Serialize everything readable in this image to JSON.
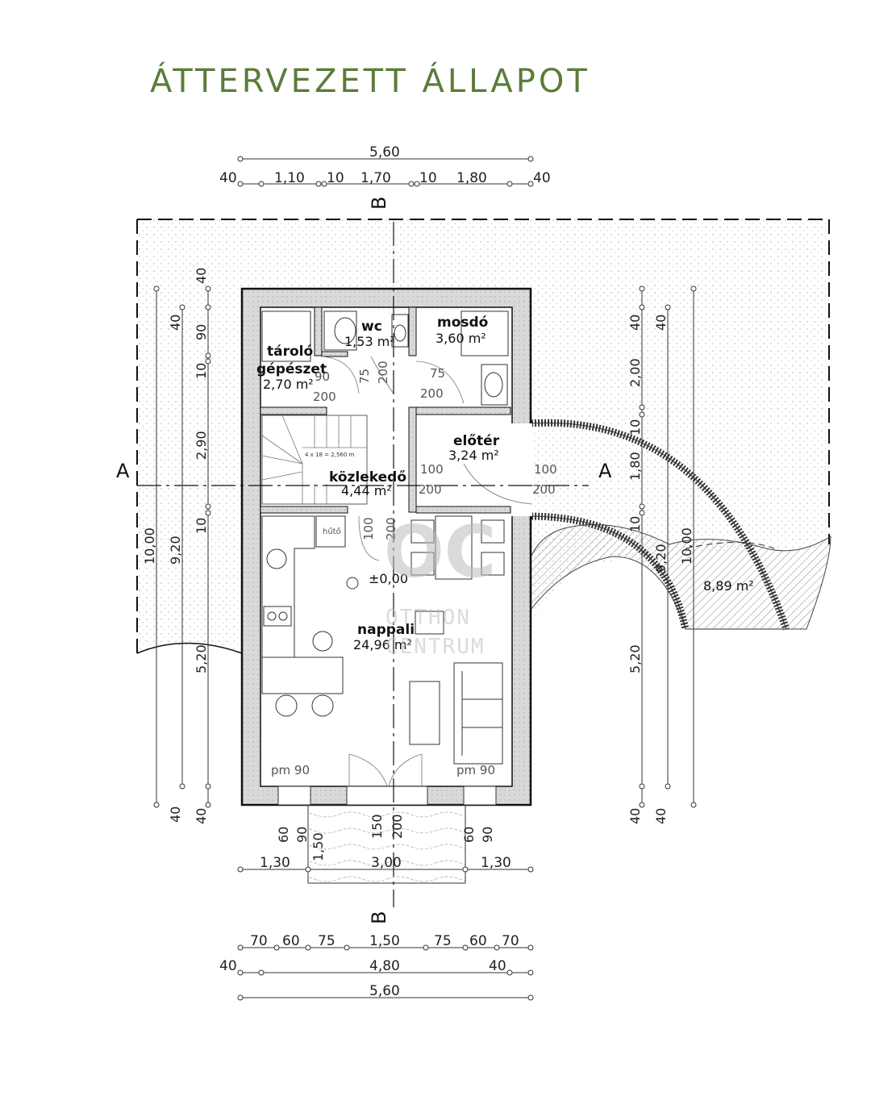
{
  "title": "ÁTTERVEZETT ÁLLAPOT",
  "section_marks": {
    "a_left": "A",
    "a_right": "A",
    "b_top": "B",
    "b_bottom": "B"
  },
  "dims_top": {
    "total": "5,60",
    "parts": [
      "40",
      "1,10",
      "10",
      "1,70",
      "10",
      "1,80",
      "40"
    ]
  },
  "dims_bottom": {
    "door_row": [
      "1,30",
      "3,00",
      "1,30"
    ],
    "row1": [
      "70",
      "60",
      "75",
      "1,50",
      "75",
      "60",
      "70"
    ],
    "row2": [
      "40",
      "4,80",
      "40"
    ],
    "total": "5,60"
  },
  "dims_left": {
    "outer": "10,00",
    "mid": "9,20",
    "inner": [
      "40",
      "90",
      "10",
      "2,90",
      "10",
      "5,20",
      "40"
    ],
    "mid_ends": [
      "40",
      "40"
    ]
  },
  "dims_right": {
    "inner": [
      "40",
      "2,00",
      "10",
      "1,80",
      "10",
      "5,20",
      "40"
    ],
    "mid": "9,20",
    "outer": "10,00",
    "mid_ends": [
      "40",
      "40"
    ]
  },
  "dims_front": [
    "60",
    "90",
    "1,50",
    "150",
    "200",
    "60",
    "90"
  ],
  "rooms": [
    {
      "name": "wc",
      "area": "1,53 m²"
    },
    {
      "name": "mosdó",
      "area": "3,60 m²"
    },
    {
      "name": "tároló",
      "name2": "gépészet",
      "area": "2,70 m²"
    },
    {
      "name": "előtér",
      "area": "3,24 m²"
    },
    {
      "name": "közlekedő",
      "area": "4,44 m²"
    },
    {
      "name": "nappali",
      "area": "24,96 m²"
    }
  ],
  "terrace_area": "8,89 m²",
  "door_labels": {
    "d1": [
      "90",
      "200"
    ],
    "d2": [
      "75",
      "200"
    ],
    "d3": [
      "75",
      "200"
    ],
    "d4": [
      "100",
      "200"
    ],
    "d5": [
      "100",
      "200"
    ],
    "d6": [
      "100",
      "200"
    ]
  },
  "window_labels": [
    "pm 90",
    "pm 90"
  ],
  "stair_note": "4 x 18 = 2,560 m",
  "fridge": "hűtő",
  "level": "±0,00",
  "watermark": {
    "logo": "OC",
    "line1": "OTTHON",
    "line2": "CENTRUM"
  }
}
